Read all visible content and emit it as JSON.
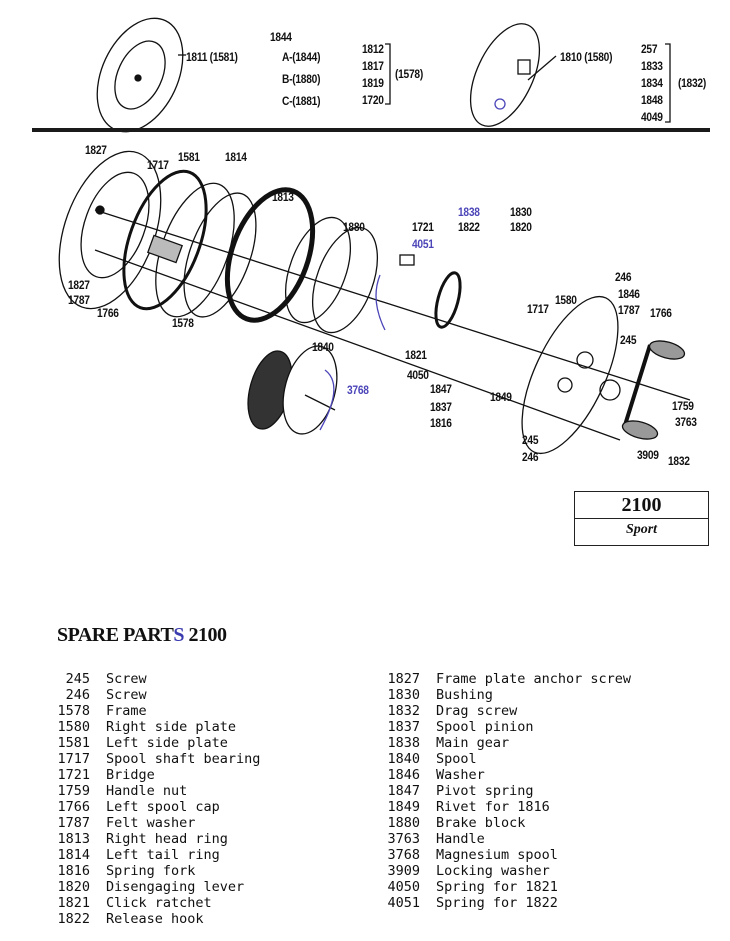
{
  "top_diagram": {
    "label_1844": "1844",
    "label_1811": "1811 (1581)",
    "label_a": "A-(1844)",
    "label_b": "B-(1880)",
    "label_c": "C-(1881)",
    "group_1578": [
      "1812",
      "1817",
      "1819",
      "1720"
    ],
    "group_1578_label": "(1578)",
    "label_1810": "1810 (1580)",
    "group_1832": [
      "257",
      "1833",
      "1834",
      "1848",
      "4049"
    ],
    "group_1832_label": "(1832)"
  },
  "exploded_view": {
    "labels": [
      "1827",
      "1717",
      "1581",
      "1814",
      "1813",
      "1880",
      "1721",
      "4051",
      "1838",
      "1822",
      "1830",
      "1820",
      "246",
      "1846",
      "1580",
      "1717",
      "1787",
      "1766",
      "245",
      "1827",
      "1787",
      "1766",
      "1578",
      "1840",
      "1821",
      "4050",
      "3768",
      "1847",
      "1837",
      "1816",
      "1849",
      "1759",
      "3763",
      "245",
      "246",
      "3909",
      "1832"
    ]
  },
  "model_box": {
    "number": "2100",
    "variant": "Sport"
  },
  "spare_parts": {
    "title_prefix": "SPARE PART",
    "title_s": "S",
    "title_suffix": " 2100",
    "left": [
      {
        "no": "245",
        "name": "Screw"
      },
      {
        "no": "246",
        "name": "Screw"
      },
      {
        "no": "1578",
        "name": "Frame"
      },
      {
        "no": "1580",
        "name": "Right side plate"
      },
      {
        "no": "1581",
        "name": "Left side plate"
      },
      {
        "no": "1717",
        "name": "Spool shaft bearing"
      },
      {
        "no": "1721",
        "name": "Bridge"
      },
      {
        "no": "1759",
        "name": "Handle nut"
      },
      {
        "no": "1766",
        "name": "Left spool cap"
      },
      {
        "no": "1787",
        "name": "Felt washer"
      },
      {
        "no": "1813",
        "name": "Right head ring"
      },
      {
        "no": "1814",
        "name": "Left tail ring"
      },
      {
        "no": "1816",
        "name": "Spring fork"
      },
      {
        "no": "1820",
        "name": "Disengaging lever"
      },
      {
        "no": "1821",
        "name": "Click ratchet"
      },
      {
        "no": "1822",
        "name": "Release hook"
      }
    ],
    "right": [
      {
        "no": "1827",
        "name": "Frame plate anchor screw"
      },
      {
        "no": "1830",
        "name": "Bushing"
      },
      {
        "no": "1832",
        "name": "Drag screw"
      },
      {
        "no": "1837",
        "name": "Spool pinion"
      },
      {
        "no": "1838",
        "name": "Main gear"
      },
      {
        "no": "1840",
        "name": "Spool"
      },
      {
        "no": "1846",
        "name": "Washer"
      },
      {
        "no": "1847",
        "name": "Pivot spring"
      },
      {
        "no": "1849",
        "name": "Rivet for 1816"
      },
      {
        "no": "1880",
        "name": "Brake block"
      },
      {
        "no": "3763",
        "name": "Handle"
      },
      {
        "no": "3768",
        "name": "Magnesium spool"
      },
      {
        "no": "3909",
        "name": "Locking washer"
      },
      {
        "no": "4050",
        "name": "Spring for 1821"
      },
      {
        "no": "4051",
        "name": "Spring for 1822"
      }
    ]
  },
  "colors": {
    "ink": "#111111",
    "annotation_blue": "#4b45b8"
  }
}
